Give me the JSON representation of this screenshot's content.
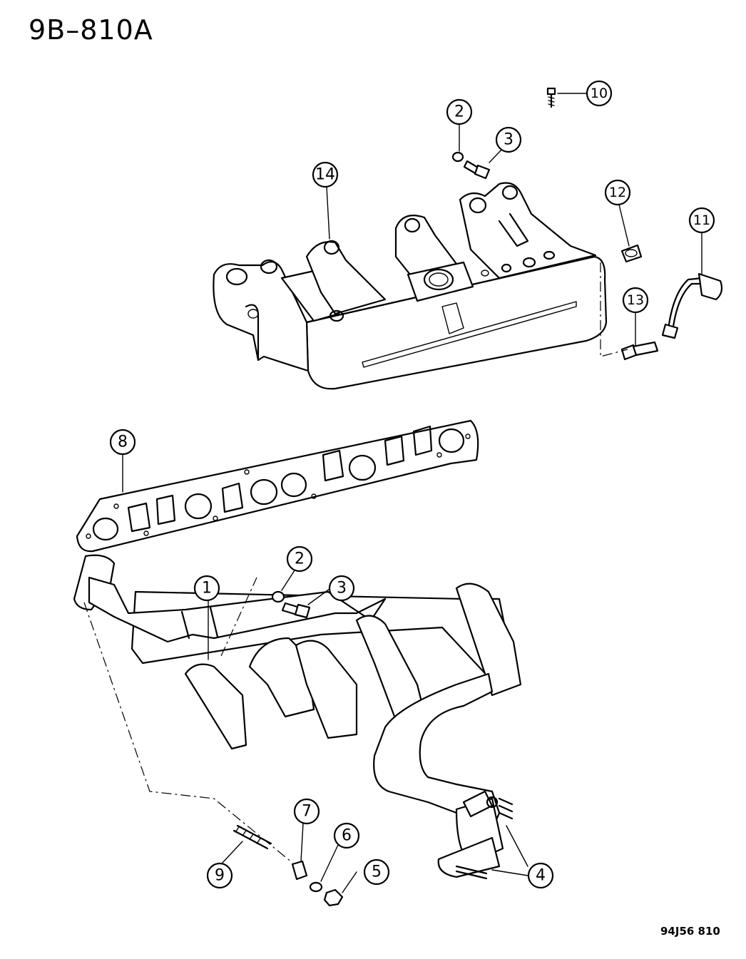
{
  "header": {
    "title": "9B–810A"
  },
  "footer": {
    "figure_code": "94J56  810"
  },
  "callouts": [
    {
      "id": "c1",
      "label": "1"
    },
    {
      "id": "c2a",
      "label": "2"
    },
    {
      "id": "c2b",
      "label": "2"
    },
    {
      "id": "c3a",
      "label": "3"
    },
    {
      "id": "c3b",
      "label": "3"
    },
    {
      "id": "c4",
      "label": "4"
    },
    {
      "id": "c5",
      "label": "5"
    },
    {
      "id": "c6",
      "label": "6"
    },
    {
      "id": "c7",
      "label": "7"
    },
    {
      "id": "c8",
      "label": "8"
    },
    {
      "id": "c9",
      "label": "9"
    },
    {
      "id": "c10",
      "label": "10"
    },
    {
      "id": "c11",
      "label": "11"
    },
    {
      "id": "c12",
      "label": "12"
    },
    {
      "id": "c13",
      "label": "13"
    },
    {
      "id": "c14",
      "label": "14"
    }
  ]
}
